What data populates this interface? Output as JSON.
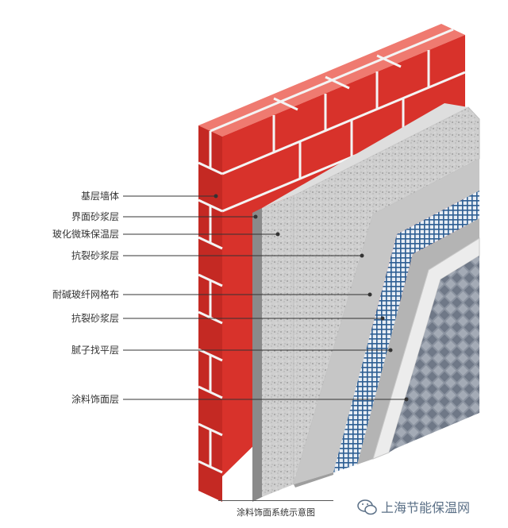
{
  "labels": [
    {
      "id": "base-wall",
      "text": "基层墙体"
    },
    {
      "id": "interface-mortar",
      "text": "界面砂浆层"
    },
    {
      "id": "glazed-bead-insulation",
      "text": "玻化微珠保温层"
    },
    {
      "id": "anti-crack-mortar-1",
      "text": "抗裂砂浆层"
    },
    {
      "id": "alkali-resistant-mesh",
      "text": "耐碱玻纤网格布"
    },
    {
      "id": "anti-crack-mortar-2",
      "text": "抗裂砂浆层"
    },
    {
      "id": "putty-leveling",
      "text": "腻子找平层"
    },
    {
      "id": "coating-finish",
      "text": "涂料饰面层"
    }
  ],
  "caption": "涂料饰面系统示意图",
  "watermark": "上海节能保温网",
  "watermark_icon": "wechat-icon",
  "colors": {
    "brick": "#d8322b",
    "brick_dark": "#a51e1a",
    "brick_top": "#f08a80",
    "mortar_joint": "#f4f4f4",
    "interface": "#9a9a9a",
    "insulation": "#c9c9c9",
    "mortar_gray": "#b9b9b9",
    "mesh": "#2d5e93",
    "putty": "#e6e6e6",
    "tile": "#7f8896",
    "leader": "#333333"
  }
}
